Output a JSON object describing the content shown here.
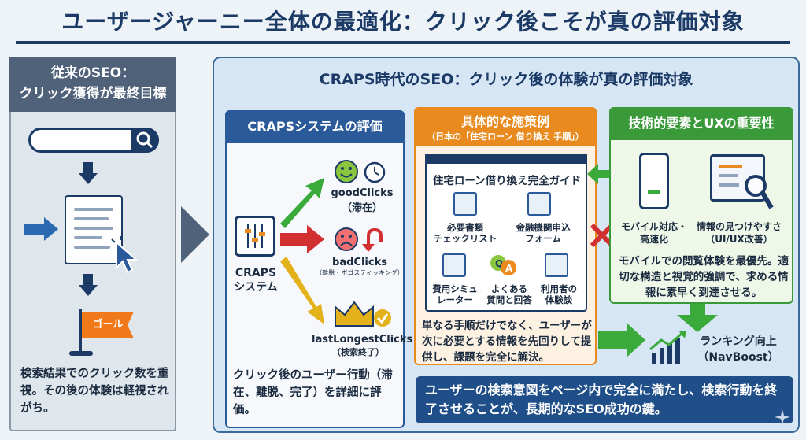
{
  "title": "ユーザージャーニー全体の最適化：クリック後こそが真の評価対象",
  "left": {
    "header_line1": "従来のSEO：",
    "header_line2": "クリック獲得が最終目標",
    "goal_label": "ゴール",
    "text": "検索結果でのクリック数を重視。その後の体験は軽視されがち。"
  },
  "main": {
    "header": "CRAPS時代のSEO：クリック後の体験が真の評価対象",
    "craps": {
      "header": "CRAPSシステムの評価",
      "system_line1": "CRAPS",
      "system_line2": "システム",
      "good_label": "goodClicks",
      "good_sub": "（滞在）",
      "bad_label": "badClicks",
      "bad_sub": "（離脱・ポゴスティッキング）",
      "last_label": "lastLongestClicks",
      "last_sub": "（検索終了）",
      "text": "クリック後のユーザー行動（滞在、離脱、完了）を詳細に評価。"
    },
    "example": {
      "header": "具体的な施策例",
      "subheader": "（日本の「住宅ローン 借り換え 手順」）",
      "window_title": "住宅ローン借り換え完全ガイド",
      "items": [
        {
          "label1": "必要書類",
          "label2": "チェックリスト"
        },
        {
          "label1": "金融機関申込",
          "label2": "フォーム"
        },
        {
          "label1": "費用シミュ",
          "label2": "レーター"
        },
        {
          "label1": "よくある",
          "label2": "質問と回答"
        },
        {
          "label1": "利用者の",
          "label2": "体験談"
        }
      ],
      "text": "単なる手順だけでなく、ユーザーが次に必要とする情報を先回りして提供し、課題を完全に解決。"
    },
    "tech": {
      "header": "技術的要素とUXの重要性",
      "mobile_line1": "モバイル対応・",
      "mobile_line2": "高速化",
      "ux_line1": "情報の見つけやすさ",
      "ux_line2": "（UI/UX改善）",
      "text": "モバイルでの閲覧体験を最優先。適切な構造と視覚的強調で、求める情報に素早く到達させる。"
    },
    "ranking_line1": "ランキング向上",
    "ranking_line2": "（NavBoost）",
    "bottom": "ユーザーの検索意図をページ内で完全に満たし、検索行動を終了させることが、長期的なSEO成功の鍵。"
  },
  "colors": {
    "navy": "#1c3a66",
    "orange": "#e98a1e",
    "green": "#3a9a3a",
    "red": "#d23030",
    "gold": "#e3b21a"
  }
}
